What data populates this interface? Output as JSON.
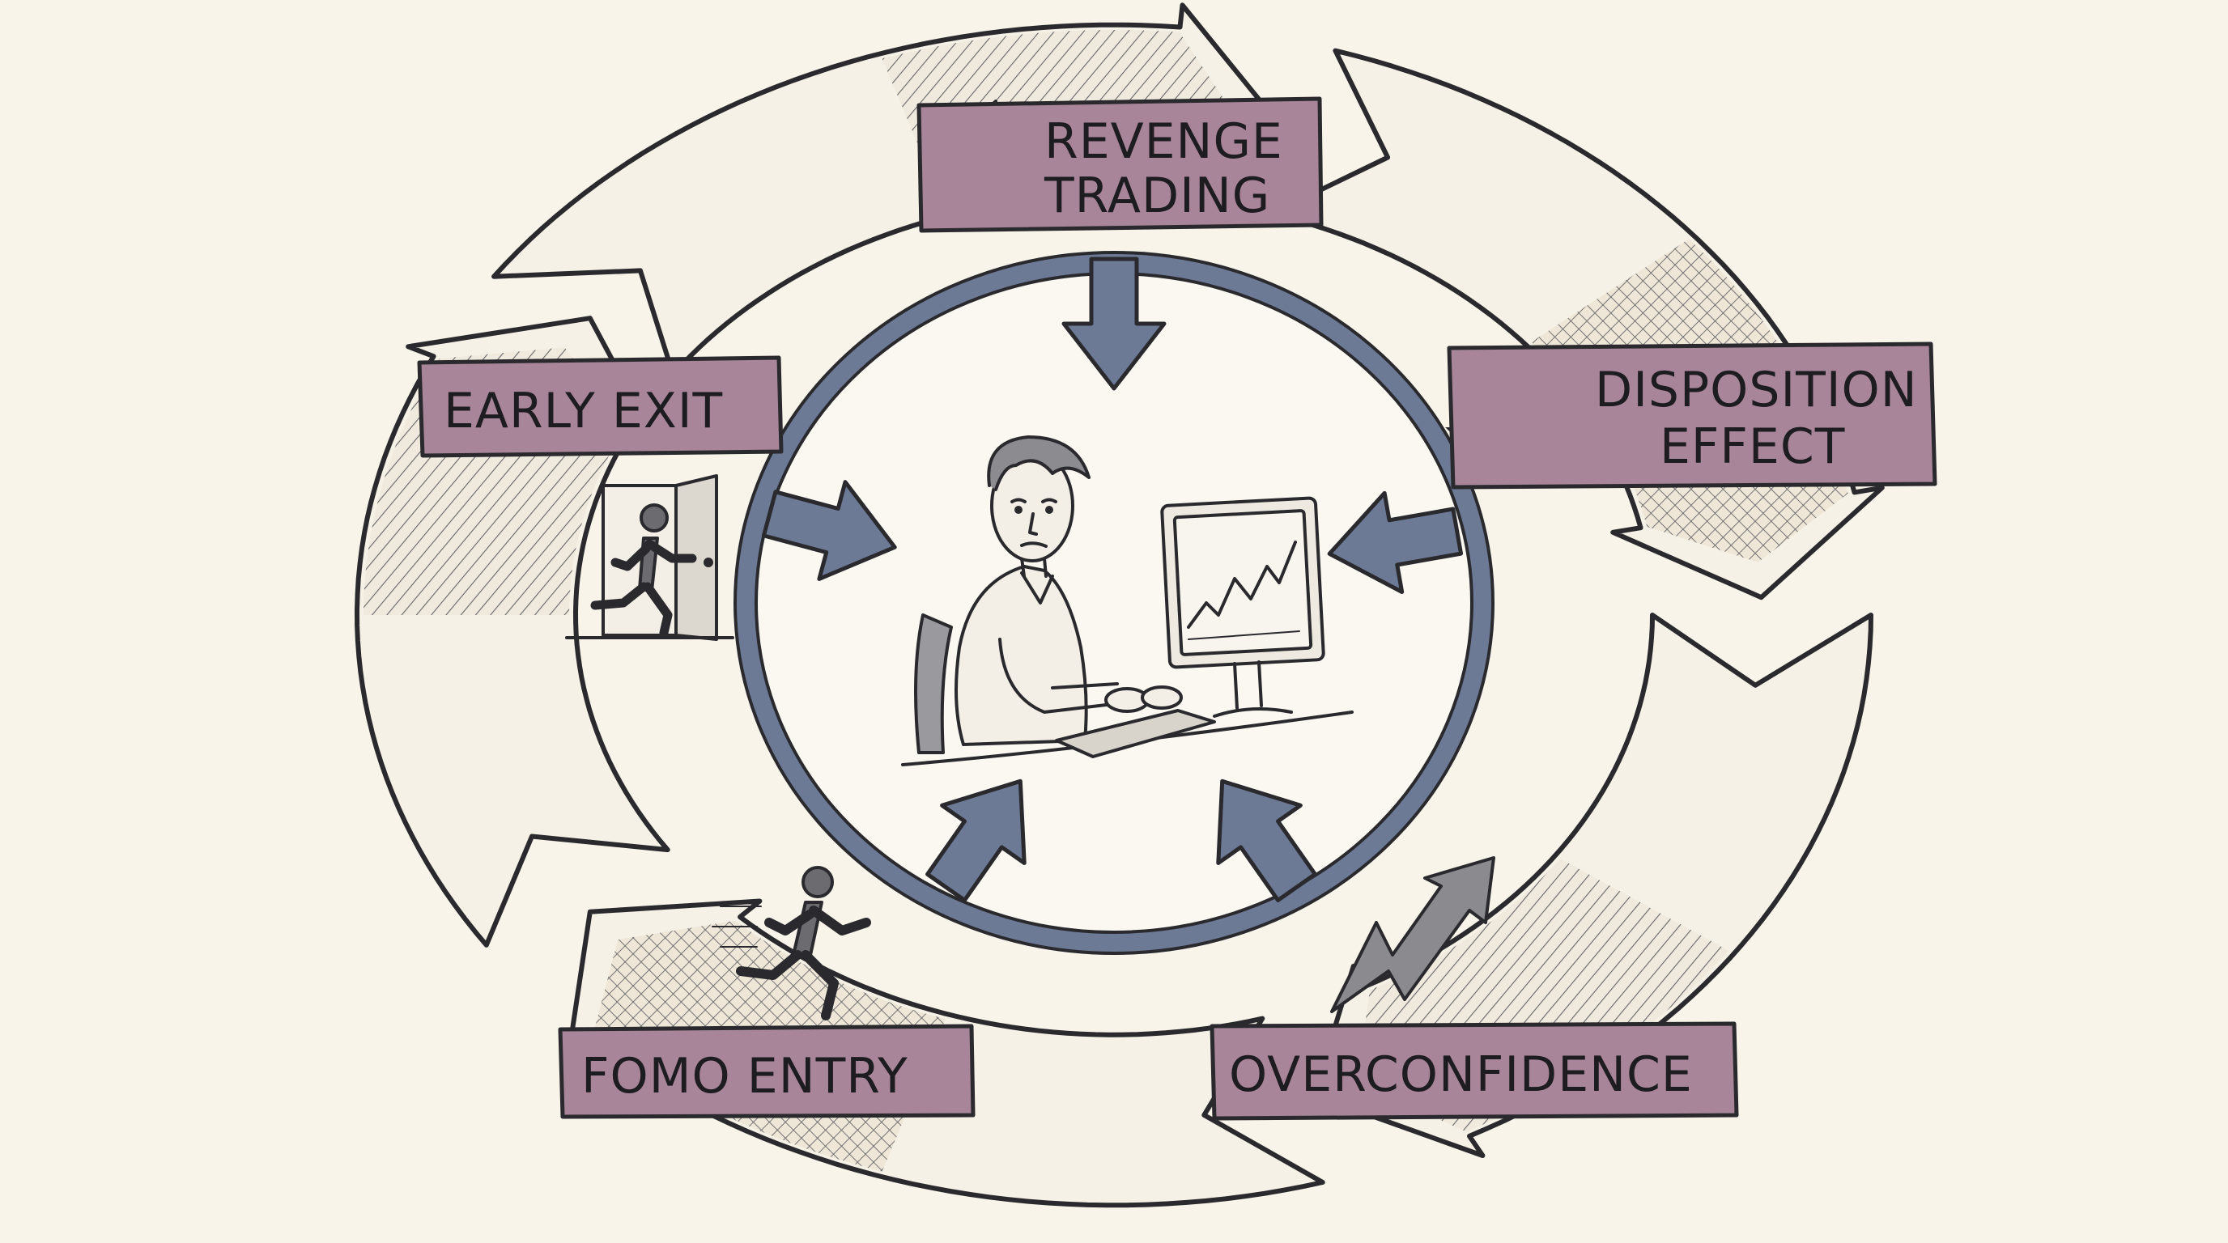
{
  "colors": {
    "background": "#f8f4ea",
    "label_fill": "#a9859a",
    "inner_ring": "#6d7a96",
    "ink": "#2a2a2e",
    "segment_fill": "#f6f1e6",
    "hatch": "#4d4d52"
  },
  "stages": [
    {
      "id": "revenge-trading",
      "lines": [
        "REVENGE",
        "TRADING"
      ],
      "icon": "fire-icon"
    },
    {
      "id": "disposition-effect",
      "lines": [
        "DISPOSITION",
        "EFFECT"
      ],
      "icon": "scale-icon"
    },
    {
      "id": "overconfidence",
      "lines": [
        "OVERCONFIDENCE"
      ],
      "icon": "zigzag-up-arrow-icon"
    },
    {
      "id": "fomo-entry",
      "lines": [
        "FOMO ENTRY"
      ],
      "icon": "running-person-icon"
    },
    {
      "id": "early-exit",
      "lines": [
        "EARLY EXIT"
      ],
      "icon": "person-exiting-door-icon"
    }
  ],
  "center": {
    "illustration": "trader-at-computer-icon",
    "screen": "rising-chart-icon"
  }
}
